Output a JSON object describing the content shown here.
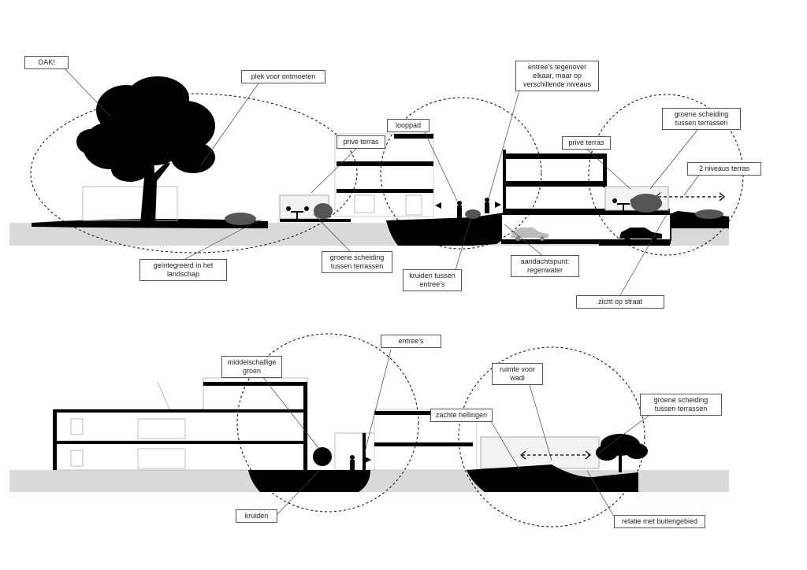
{
  "labels": {
    "oak": "OAK!",
    "plek_ontmoeten": "plek voor ontmoeten",
    "geintegreerd": "geïntegreerd in het\nlandschap",
    "prive_terras_1": "privé terras",
    "groene_scheiding_1": "groene scheiding\ntussen terrassen",
    "looppad": "looppad",
    "entrees_tegenover": "entree's tegenover\nelkaar, maar op\nverschillende niveaus",
    "kruiden_tussen": "kruiden tussen\nentree's",
    "aandachtspunt": "aandachtspunt:\nregenwater",
    "prive_terras_2": "privé terras",
    "groene_scheiding_2": "groene scheiding\ntussen terrassen",
    "twee_niveaus": "2 niveaus terras",
    "zicht_straat": "zicht op straat",
    "middelschallig": "middelschallige\ngroen",
    "kruiden": "kruiden",
    "entrees": "entree's",
    "ruimte_wadi": "ruimte voor\nwadi",
    "zachte_hellingen": "zachte hellingen",
    "groene_scheiding_3": "groene scheiding\ntussen terrassen",
    "relatie_buitengebied": "relatie met buitengebied"
  },
  "icons": [
    "oak-tree-icon",
    "person-icon",
    "car-icon",
    "table-chairs-icon",
    "arrow-icon",
    "shrub-icon"
  ]
}
